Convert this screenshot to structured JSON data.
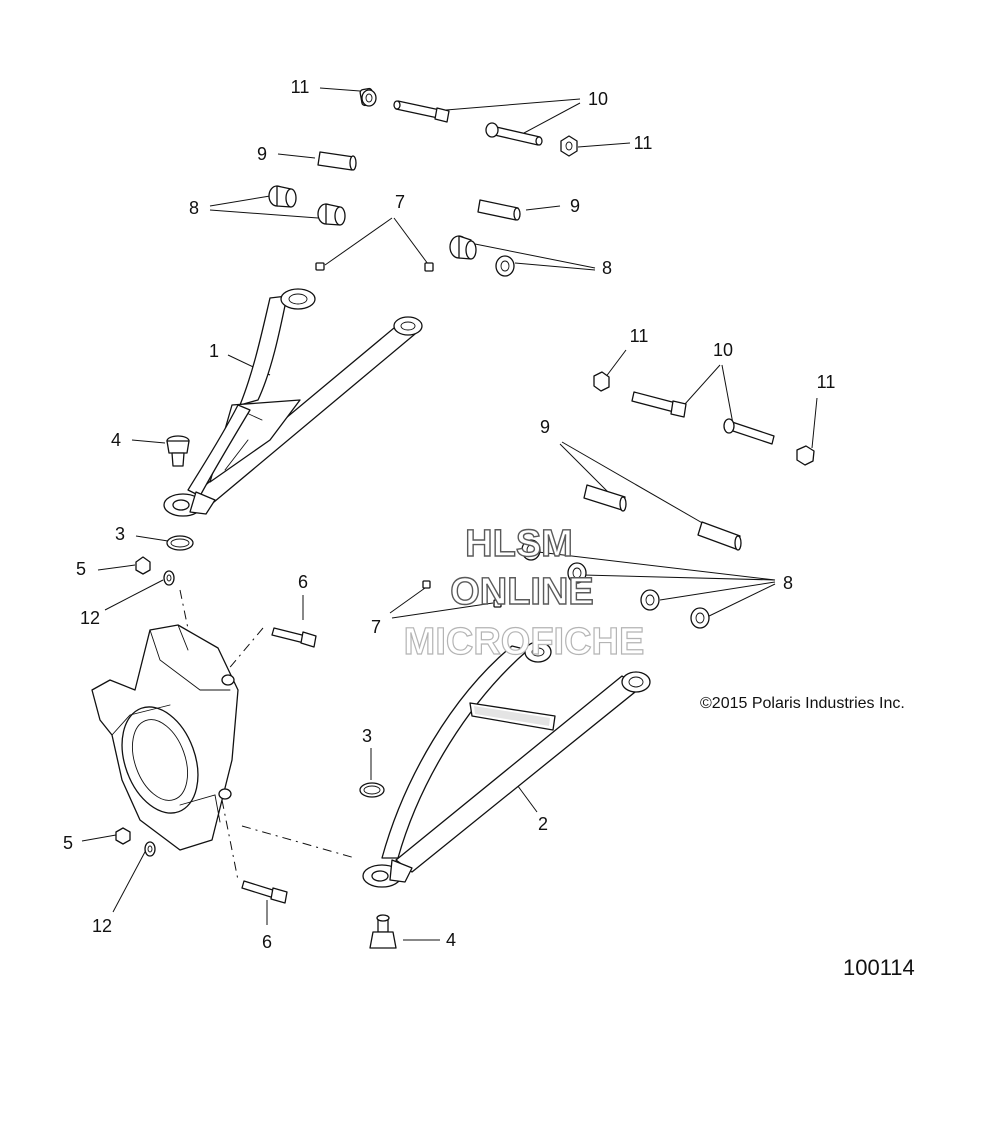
{
  "callouts": {
    "c11_top_left": "11",
    "c10_top": "10",
    "c11_top_right": "11",
    "c9_top_left": "9",
    "c8_top_left": "8",
    "c7_top": "7",
    "c9_top_right": "9",
    "c8_top_right": "8",
    "c1": "1",
    "c4_upper": "4",
    "c11_mid_left": "11",
    "c10_mid": "10",
    "c11_mid_right": "11",
    "c9_mid": "9",
    "c3_upper": "3",
    "c5_upper": "5",
    "c12_upper": "12",
    "c6_upper": "6",
    "c7_lower": "7",
    "c8_lower": "8",
    "c3_lower": "3",
    "c2": "2",
    "c5_lower": "5",
    "c12_lower": "12",
    "c6_lower": "6",
    "c4_lower": "4"
  },
  "copyright": "©2015 Polaris Industries Inc.",
  "drawing_number": "100114",
  "watermark": {
    "line1": "HLSM",
    "line2": "ONLINE",
    "line3": "MICROFICHE"
  }
}
